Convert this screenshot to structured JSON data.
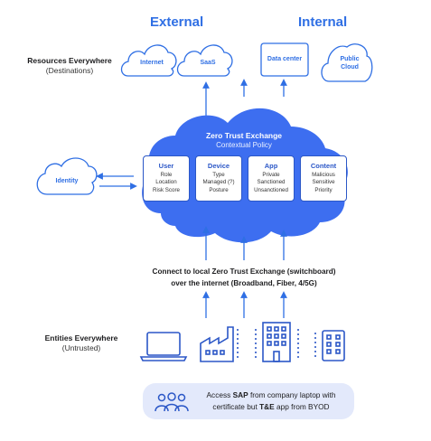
{
  "headers": {
    "external": "External",
    "internal": "Internal"
  },
  "resources": {
    "title": "Resources Everywhere",
    "subtitle": "(Destinations)",
    "items": [
      {
        "label": "Internet"
      },
      {
        "label": "SaaS"
      },
      {
        "label": "Data center"
      },
      {
        "label_line1": "Public",
        "label_line2": "Cloud"
      }
    ]
  },
  "exchange": {
    "title": "Zero Trust Exchange",
    "subtitle": "Contextual Policy",
    "cards": [
      {
        "title": "User",
        "lines": [
          "Role",
          "Location",
          "Risk Score"
        ]
      },
      {
        "title": "Device",
        "lines": [
          "Type",
          "Managed (?)",
          "Posture"
        ]
      },
      {
        "title": "App",
        "lines": [
          "Private",
          "Sanctioned",
          "Unsanctioned"
        ]
      },
      {
        "title": "Content",
        "lines": [
          "Malicious",
          "Sensitive",
          "Priority"
        ]
      }
    ]
  },
  "identity": {
    "label": "Identity"
  },
  "connect": {
    "line1": "Connect to local Zero Trust Exchange (switchboard)",
    "line2": "over the internet (Broadband, Fiber, 4/5G)"
  },
  "entities": {
    "title": "Entities Everywhere",
    "subtitle": "(Untrusted)"
  },
  "banner": {
    "part1": "Access ",
    "sap": "SAP",
    "part2": " from company laptop with",
    "part3": "certificate but ",
    "te": "T&E",
    "part4": " app from BYOD"
  },
  "colors": {
    "accent": "#2f6fe4",
    "cloud": "#3d6ef0",
    "dark": "#2b57c7",
    "banner": "#e3e9fb"
  },
  "icons": [
    "cloud-icon",
    "server-icon",
    "arrow-up-icon",
    "arrow-left-icon",
    "arrow-right-icon",
    "laptop-icon",
    "factory-icon",
    "office-building-icon",
    "building-icon",
    "users-icon"
  ]
}
